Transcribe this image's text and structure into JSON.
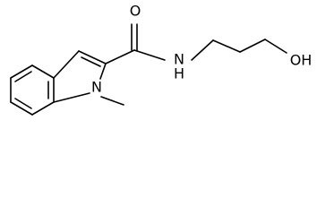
{
  "structure": {
    "atoms": {
      "o_carbonyl": "O",
      "n_amide": "N",
      "h_amide": "H",
      "oh": "OH",
      "n_ring": "N"
    }
  }
}
